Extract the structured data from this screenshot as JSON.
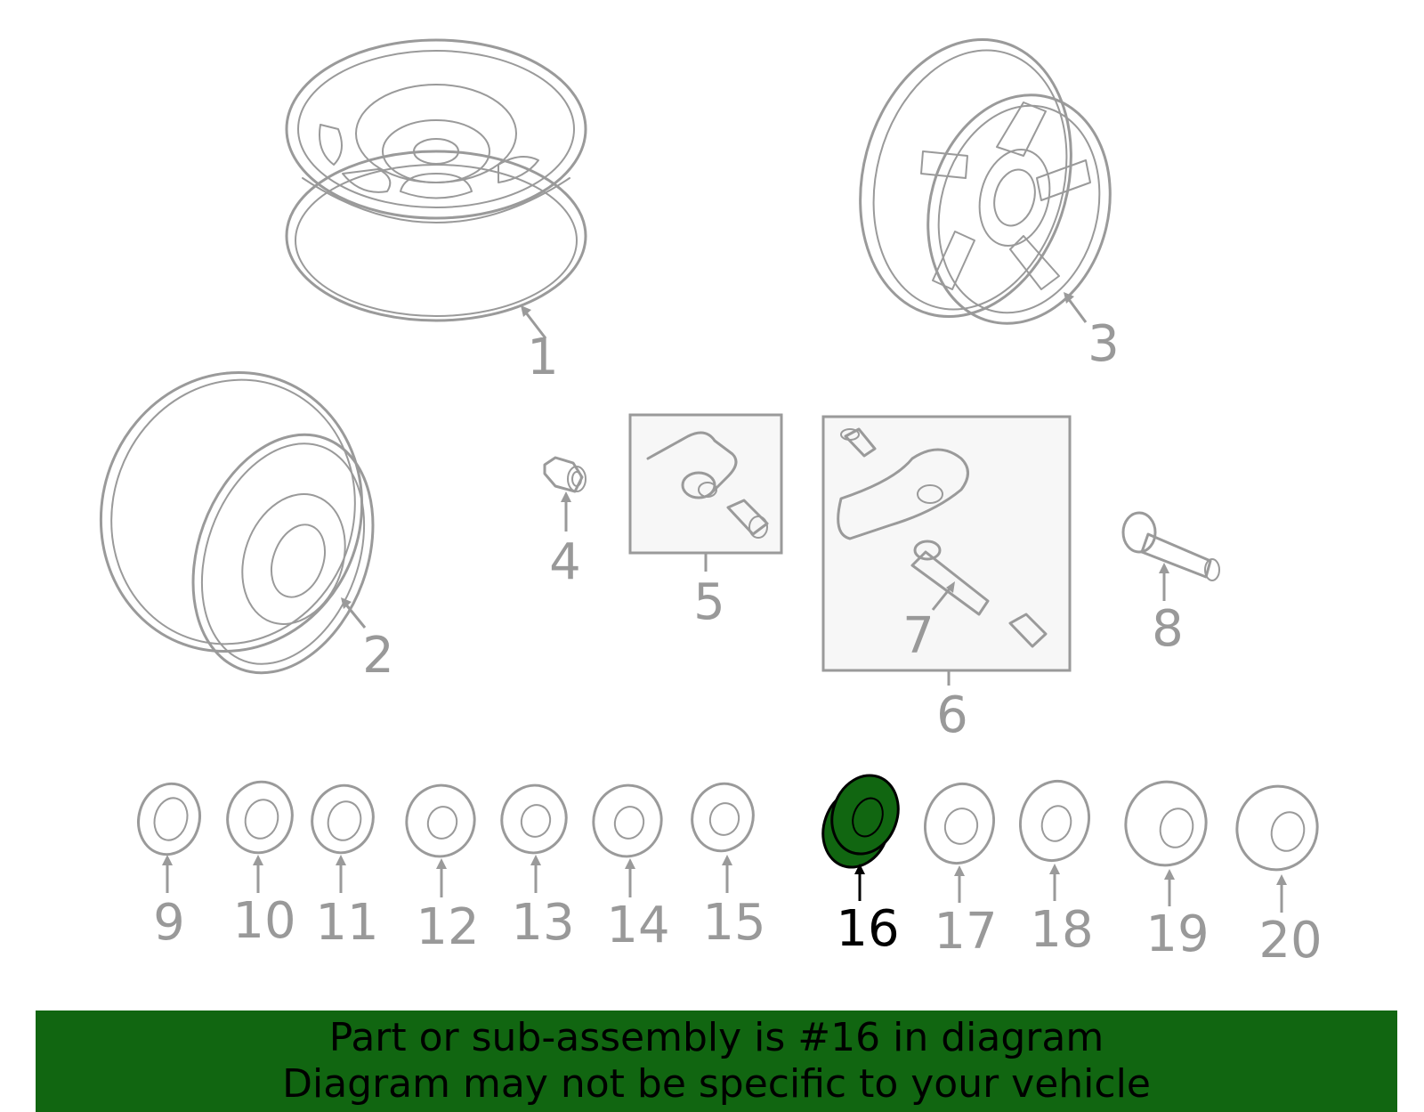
{
  "diagram": {
    "callouts": [
      "1",
      "2",
      "3",
      "4",
      "5",
      "6",
      "7",
      "8",
      "9",
      "10",
      "11",
      "12",
      "13",
      "14",
      "15",
      "16",
      "17",
      "18",
      "19",
      "20"
    ],
    "highlighted_callout": "16",
    "colors": {
      "line": "#9a9a9a",
      "highlight_fill": "#116611",
      "highlight_text": "#000000",
      "banner": "#116611"
    }
  },
  "banner": {
    "line1": "Part or sub-assembly is #16 in diagram",
    "line2": "Diagram may not be specific to your vehicle"
  }
}
